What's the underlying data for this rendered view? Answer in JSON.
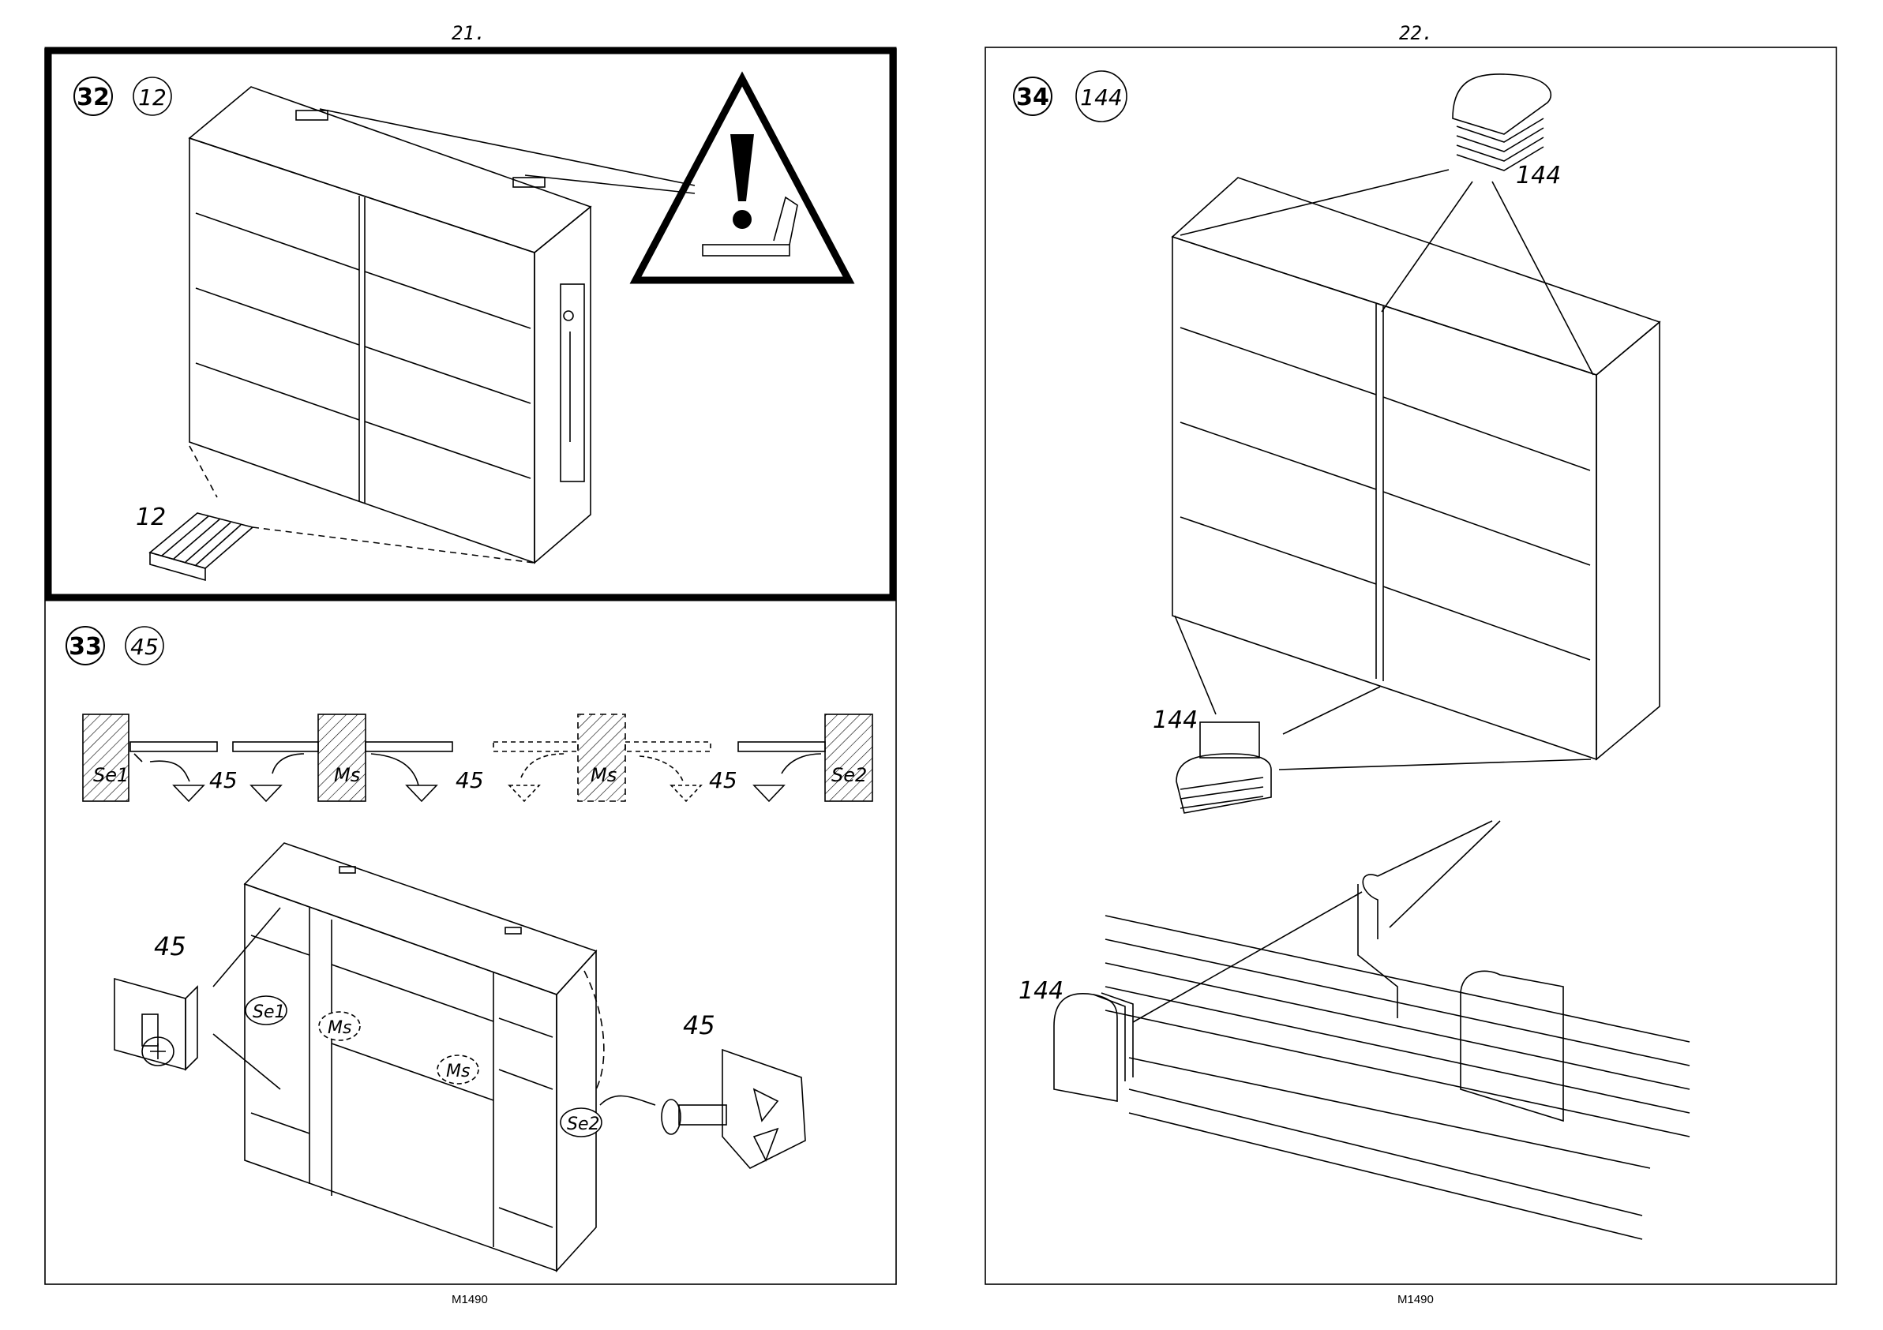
{
  "pages": {
    "left": {
      "number": "21.",
      "model": "M1490"
    },
    "right": {
      "number": "22.",
      "model": "M1490"
    }
  },
  "steps": [
    {
      "step": "32",
      "qty": "12",
      "part_label": "12"
    },
    {
      "step": "33",
      "qty": "45",
      "part_label": "45",
      "detail_labels": [
        "Se1",
        "45",
        "Ms",
        "45",
        "Ms",
        "45",
        "Se2"
      ],
      "cabinet_labels": [
        "Se1",
        "Ms",
        "Ms",
        "Se2"
      ],
      "screw_label_right": "45"
    },
    {
      "step": "34",
      "qty": "144",
      "part_label": "144"
    }
  ],
  "icons": [
    "warning-triangle-icon",
    "wall-bracket-icon",
    "screw-icon",
    "shelf-support-icon"
  ]
}
